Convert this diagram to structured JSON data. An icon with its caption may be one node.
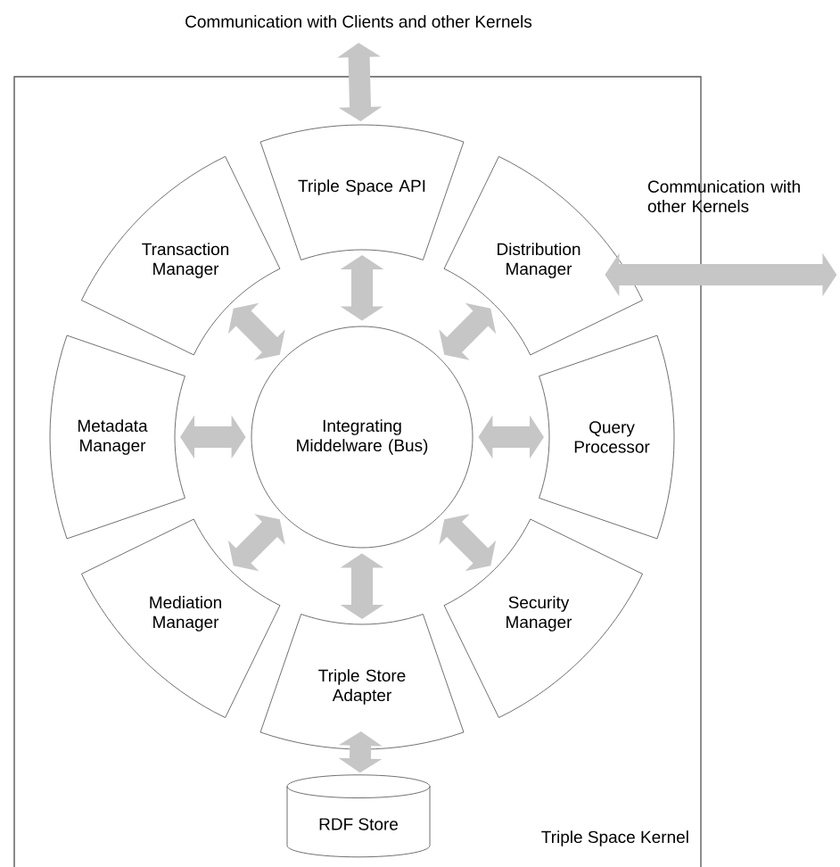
{
  "diagram": {
    "nodes": [
      {
        "text": [
          "Triple Space Kernel"
        ]
      },
      {
        "text": [
          "Communication with Clients and other Kernels"
        ]
      },
      {
        "text": [
          "Triple Space API"
        ],
        "in": 0
      },
      {
        "text": [
          "Transaction Manager"
        ],
        "in": 0
      },
      {
        "text": [
          "Distribution Manager"
        ],
        "in": 0
      },
      {
        "text": [
          "Communication with other Kernels"
        ]
      },
      {
        "text": [
          "Metadata Manager"
        ],
        "in": 0
      },
      {
        "text": [
          "Integrating Middelware (Bus)"
        ],
        "in": 0
      },
      {
        "text": [
          "Query Processor"
        ],
        "in": 0
      },
      {
        "text": [
          "Mediation Manager"
        ],
        "in": 0
      },
      {
        "text": [
          "Triple Store Adapter"
        ],
        "in": 0
      },
      {
        "text": [
          "Security Manager"
        ],
        "in": 0
      },
      {
        "text": [
          "RDF Store"
        ],
        "in": 0
      }
    ],
    "edges": [
      {
        "from": 1,
        "to": 2,
        "arrow": "both"
      },
      {
        "from": 4,
        "to": 5,
        "arrow": "both"
      },
      {
        "from": 7,
        "to": 2,
        "arrow": "both"
      },
      {
        "from": 7,
        "to": 3,
        "arrow": "both"
      },
      {
        "from": 7,
        "to": 4,
        "arrow": "both"
      },
      {
        "from": 7,
        "to": 6,
        "arrow": "both"
      },
      {
        "from": 7,
        "to": 8,
        "arrow": "both"
      },
      {
        "from": 7,
        "to": 9,
        "arrow": "both"
      },
      {
        "from": 7,
        "to": 10,
        "arrow": "both"
      },
      {
        "from": 7,
        "to": 11,
        "arrow": "both"
      },
      {
        "from": 10,
        "to": 12,
        "arrow": "both"
      }
    ]
  }
}
